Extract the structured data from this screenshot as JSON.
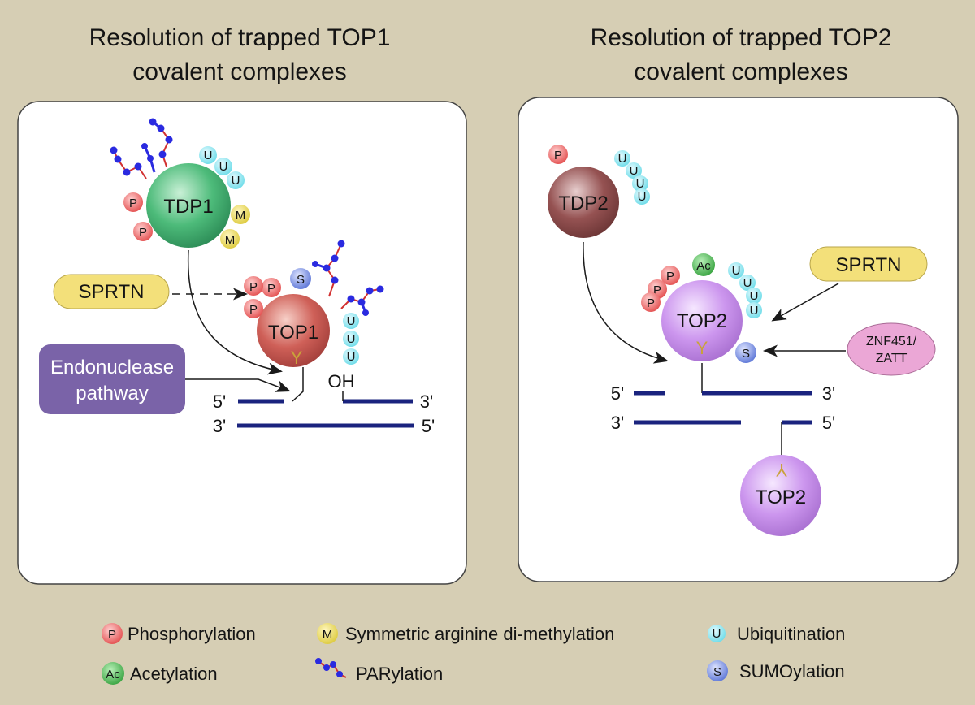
{
  "titles": {
    "left_line1": "Resolution of trapped TOP1",
    "left_line2": "covalent complexes",
    "right_line1": "Resolution of trapped TOP2",
    "right_line2": "covalent complexes"
  },
  "proteins": {
    "tdp1": "TDP1",
    "top1": "TOP1",
    "tdp2": "TDP2",
    "top2_upper": "TOP2",
    "top2_lower": "TOP2"
  },
  "labels": {
    "sprtn_left": "SPRTN",
    "sprtn_right": "SPRTN",
    "endonuclease_line1": "Endonuclease",
    "endonuclease_line2": "pathway",
    "znf_line1": "ZNF451/",
    "znf_line2": "ZATT",
    "tyrosine": "Y",
    "oh": "OH"
  },
  "dna_ends": {
    "left_top_5": "5'",
    "left_top_3": "3'",
    "left_bottom_3": "3'",
    "left_bottom_5": "5'",
    "right_top_5": "5'",
    "right_top_3": "3'",
    "right_bottom_3": "3'",
    "right_bottom_5": "5'"
  },
  "badges": {
    "phospho": "P",
    "methyl": "M",
    "ubiquitin": "U",
    "sumo": "S",
    "acetyl": "Ac"
  },
  "legend": {
    "phosphorylation": "Phosphorylation",
    "methylation": "Symmetric arginine di-methylation",
    "ubiquitination": "Ubiquitination",
    "acetylation": "Acetylation",
    "parylation": "PARylation",
    "sumoylation": "SUMOylation"
  },
  "colors": {
    "background": "#d6ceb4",
    "panel": "#ffffff",
    "dna": "#1a237e",
    "tdp1": "#3fae6e",
    "top1": "#c8554f",
    "tdp2": "#8e4a4a",
    "top2": "#c58be8",
    "sprtn": "#f3e07a",
    "endonuclease": "#7a63a8",
    "znf": "#eba7d6",
    "phospho": "#e85a5a",
    "methyl": "#e7d84a",
    "ubiquitin": "#7de2ee",
    "sumo": "#6f86dd",
    "acetyl": "#3fae48",
    "par_chain": "#2a2ae0",
    "par_link": "#d23030"
  }
}
